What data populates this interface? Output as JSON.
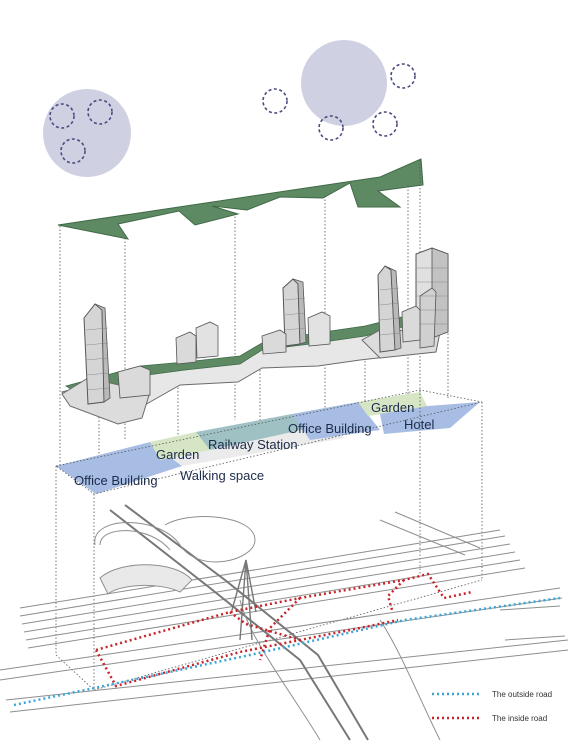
{
  "zones": {
    "office_building_left": "Office Building",
    "garden_left": "Garden",
    "walking_space": "Walking space",
    "railway_station": "Railway Station",
    "office_building_right": "Office Building",
    "garden_right": "Garden",
    "hotel": "Hotel"
  },
  "legend": {
    "outside_road": "The outside road",
    "inside_road": "The inside road"
  },
  "colors": {
    "roof_green": "#5d8a63",
    "bubble": "#cfd0e2",
    "ring": "#4b4d80",
    "zone_blue": "#a7bde3",
    "zone_green": "#d6e6c4",
    "zone_teal": "#9fc1c4",
    "outside_road": "#3aa6d8",
    "inside_road": "#c8232a",
    "line": "#555555"
  },
  "icons": [
    "bubble-cluster",
    "tower"
  ]
}
